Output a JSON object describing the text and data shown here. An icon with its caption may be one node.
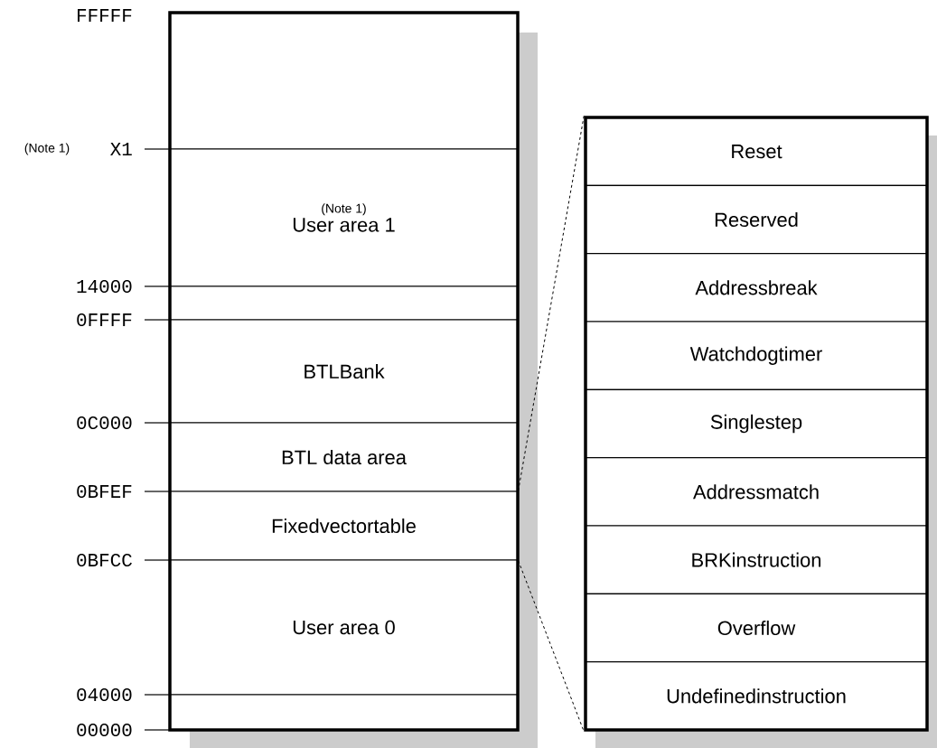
{
  "diagram": {
    "nodes": [
      {
        "text": [],
        "shape": "box"
      },
      {
        "text": [],
        "shape": "box",
        "in": 0,
        "beside": [
          "FFFFF"
        ]
      },
      {
        "text": [
          "(Note 1)",
          "User area 1"
        ],
        "in": 0,
        "beside": [
          "(Note 1)",
          "X1"
        ]
      },
      {
        "text": [],
        "shape": "box",
        "in": 0,
        "beside": [
          "14000"
        ]
      },
      {
        "text": [
          "BTLBank"
        ],
        "in": 0,
        "beside": [
          "0FFFF"
        ]
      },
      {
        "text": [
          "BTL data area"
        ],
        "in": 0,
        "beside": [
          "0C000"
        ]
      },
      {
        "text": [
          "Fixedvectortable"
        ],
        "in": 0,
        "beside": [
          "0BFEF"
        ]
      },
      {
        "text": [
          "User area 0"
        ],
        "in": 0,
        "beside": [
          "0BFCC"
        ]
      },
      {
        "text": [],
        "shape": "box",
        "in": 0,
        "beside": [
          "04000",
          "00000"
        ]
      },
      {
        "text": [],
        "shape": "box"
      },
      {
        "text": [
          "Reset"
        ],
        "in": 9
      },
      {
        "text": [
          "Reserved"
        ],
        "in": 9
      },
      {
        "text": [
          "Addressbreak"
        ],
        "in": 9
      },
      {
        "text": [
          "Watchdogtimer"
        ],
        "in": 9
      },
      {
        "text": [
          "Singlestep"
        ],
        "in": 9
      },
      {
        "text": [
          "Addressmatch"
        ],
        "in": 9
      },
      {
        "text": [
          "BRKinstruction"
        ],
        "in": 9
      },
      {
        "text": [
          "Overflow"
        ],
        "in": 9
      },
      {
        "text": [
          "Undefinedinstruction"
        ],
        "in": 9
      }
    ],
    "edges": [
      {
        "from": 6,
        "to": 9,
        "arrow": "none",
        "style": "dashed"
      },
      {
        "from": 6,
        "to": 9,
        "arrow": "none",
        "style": "dashed"
      }
    ]
  }
}
